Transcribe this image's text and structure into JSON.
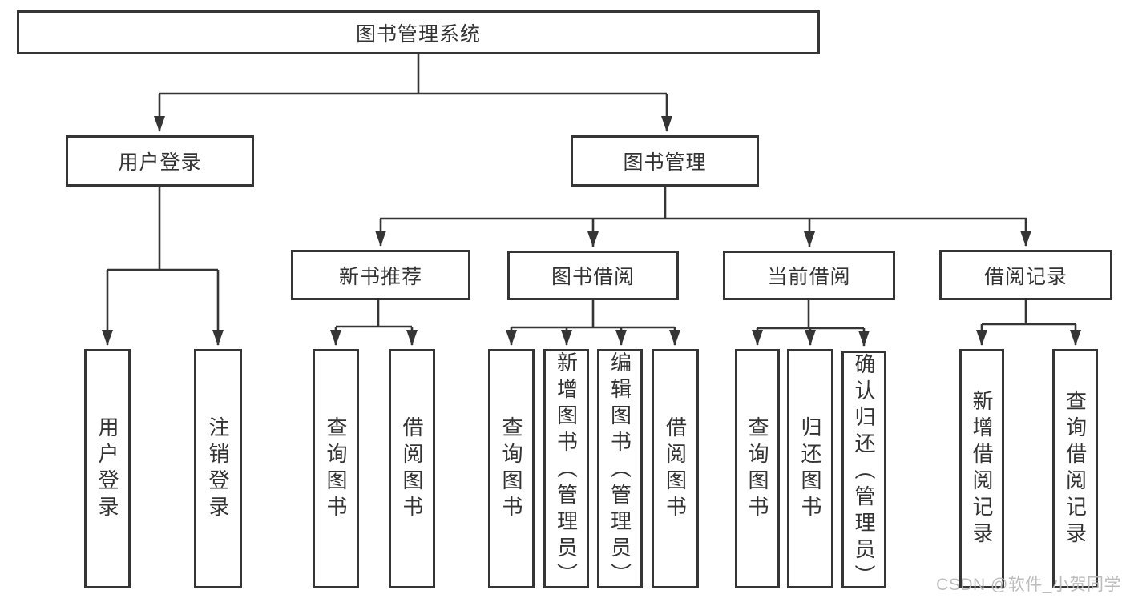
{
  "diagram": {
    "type": "hierarchy-tree",
    "colors": {
      "background": "#ffffff",
      "line": "#353535",
      "box_border": "#353535",
      "box_fill": "#ffffff",
      "text": "#333333",
      "watermark": "#b9b9b9"
    },
    "nodes": {
      "root": {
        "label": "图书管理系统"
      },
      "user_login": {
        "label": "用户登录"
      },
      "book_mgmt": {
        "label": "图书管理"
      },
      "new_book": {
        "label": "新书推荐"
      },
      "book_borrow": {
        "label": "图书借阅"
      },
      "current_borrow": {
        "label": "当前借阅"
      },
      "borrow_record": {
        "label": "借阅记录"
      },
      "ul_login": {
        "label": "用户登录"
      },
      "ul_logout": {
        "label": "注销登录"
      },
      "nb_query": {
        "label": "查询图书"
      },
      "nb_borrow": {
        "label": "借阅图书"
      },
      "bb_query": {
        "label": "查询图书"
      },
      "bb_add": {
        "label": "新增图书（管理员）"
      },
      "bb_edit": {
        "label": "编辑图书（管理员）"
      },
      "bb_borrow": {
        "label": "借阅图书"
      },
      "cb_query": {
        "label": "查询图书"
      },
      "cb_return": {
        "label": "归还图书"
      },
      "cb_confirm": {
        "label": "确认归还（管理员）"
      },
      "br_add": {
        "label": "新增借阅记录"
      },
      "br_query": {
        "label": "查询借阅记录"
      }
    },
    "hierarchy": {
      "图书管理系统": {
        "用户登录": [
          "用户登录",
          "注销登录"
        ],
        "图书管理": {
          "新书推荐": [
            "查询图书",
            "借阅图书"
          ],
          "图书借阅": [
            "查询图书",
            "新增图书（管理员）",
            "编辑图书（管理员）",
            "借阅图书"
          ],
          "当前借阅": [
            "查询图书",
            "归还图书",
            "确认归还（管理员）"
          ],
          "借阅记录": [
            "新增借阅记录",
            "查询借阅记录"
          ]
        }
      }
    },
    "watermark": "CSDN @软件_小贺同学"
  }
}
